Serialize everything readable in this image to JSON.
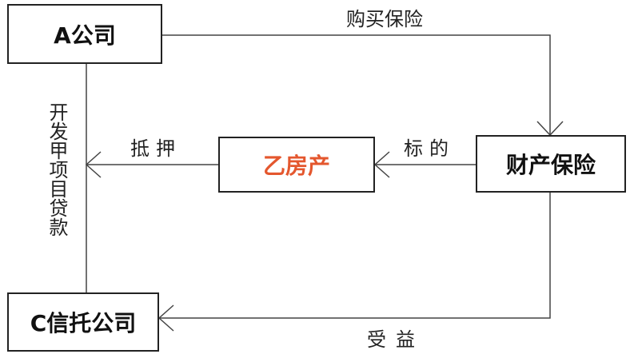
{
  "nodes": {
    "a_company": "A公司",
    "yi_property": "乙房产",
    "property_insurance": "财产保险",
    "c_trust": "C信托公司"
  },
  "edges": {
    "buy_insurance": "购买保险",
    "pledge": "抵押",
    "target": "标的",
    "beneficiary": "受益",
    "dev_loan": "开发甲项目贷款"
  },
  "colors": {
    "highlight_text": "#e4572e",
    "line": "#444444",
    "border": "#222222"
  }
}
